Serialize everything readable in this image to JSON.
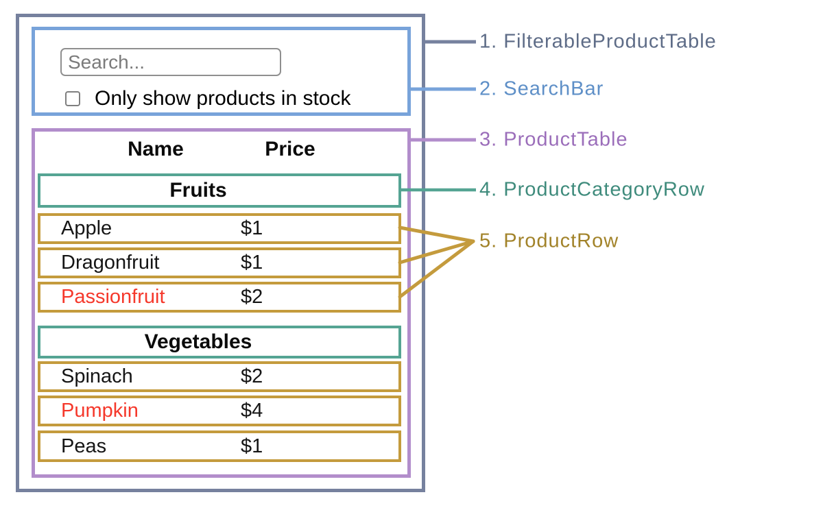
{
  "annotations": {
    "labels": [
      {
        "text": "1. FilterableProductTable",
        "color": "#5e6c87"
      },
      {
        "text": "2. SearchBar",
        "color": "#5e8fc7"
      },
      {
        "text": "3. ProductTable",
        "color": "#9b6eba"
      },
      {
        "text": "4. ProductCategoryRow",
        "color": "#3f8b7c"
      },
      {
        "text": "5. ProductRow",
        "color": "#a2832a"
      }
    ]
  },
  "search_bar": {
    "placeholder": "Search...",
    "checkbox_label": "Only show products in stock",
    "checkbox_checked": false
  },
  "product_table": {
    "columns": [
      "Name",
      "Price"
    ],
    "sections": [
      {
        "category": "Fruits",
        "rows": [
          {
            "name": "Apple",
            "price": "$1",
            "highlighted": false
          },
          {
            "name": "Dragonfruit",
            "price": "$1",
            "highlighted": false
          },
          {
            "name": "Passionfruit",
            "price": "$2",
            "highlighted": true
          }
        ]
      },
      {
        "category": "Vegetables",
        "rows": [
          {
            "name": "Spinach",
            "price": "$2",
            "highlighted": false
          },
          {
            "name": "Pumpkin",
            "price": "$4",
            "highlighted": true
          },
          {
            "name": "Peas",
            "price": "$1",
            "highlighted": false
          }
        ]
      }
    ]
  },
  "colors": {
    "filterable_product_table_border": "#76819e",
    "search_bar_border": "#78a3da",
    "product_table_border": "#b28dcb",
    "product_category_row_border": "#55a493",
    "product_row_border": "#c49b3d",
    "highlighted_product_text": "#f5382b"
  }
}
